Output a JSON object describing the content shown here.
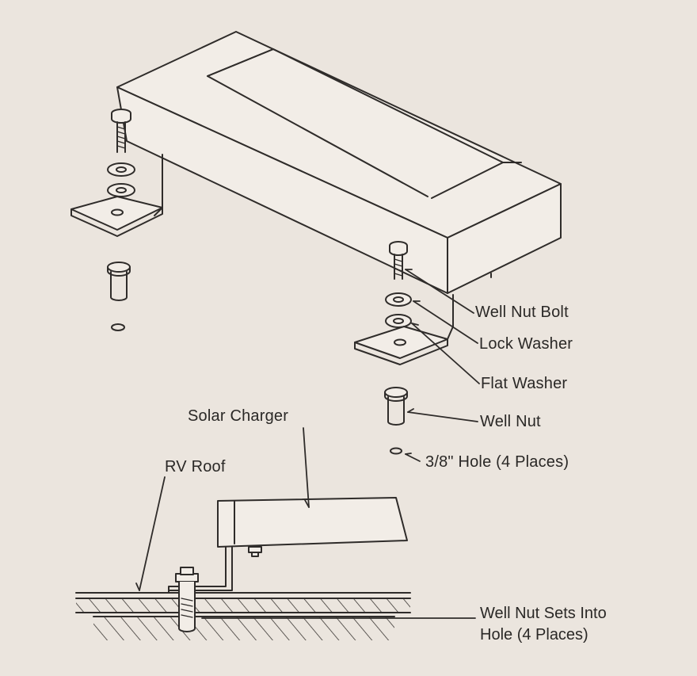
{
  "colors": {
    "background": "#ebe5de",
    "line": "#2f2c2a",
    "fill": "#f2ede7"
  },
  "labels": {
    "well_nut_bolt": "Well Nut Bolt",
    "lock_washer": "Lock Washer",
    "flat_washer": "Flat Washer",
    "well_nut": "Well Nut",
    "hole": "3/8\" Hole (4 Places)",
    "solar_charger": "Solar Charger",
    "rv_roof": "RV Roof",
    "well_nut_sets_line1": "Well Nut Sets Into",
    "well_nut_sets_line2": "Hole (4 Places)"
  }
}
